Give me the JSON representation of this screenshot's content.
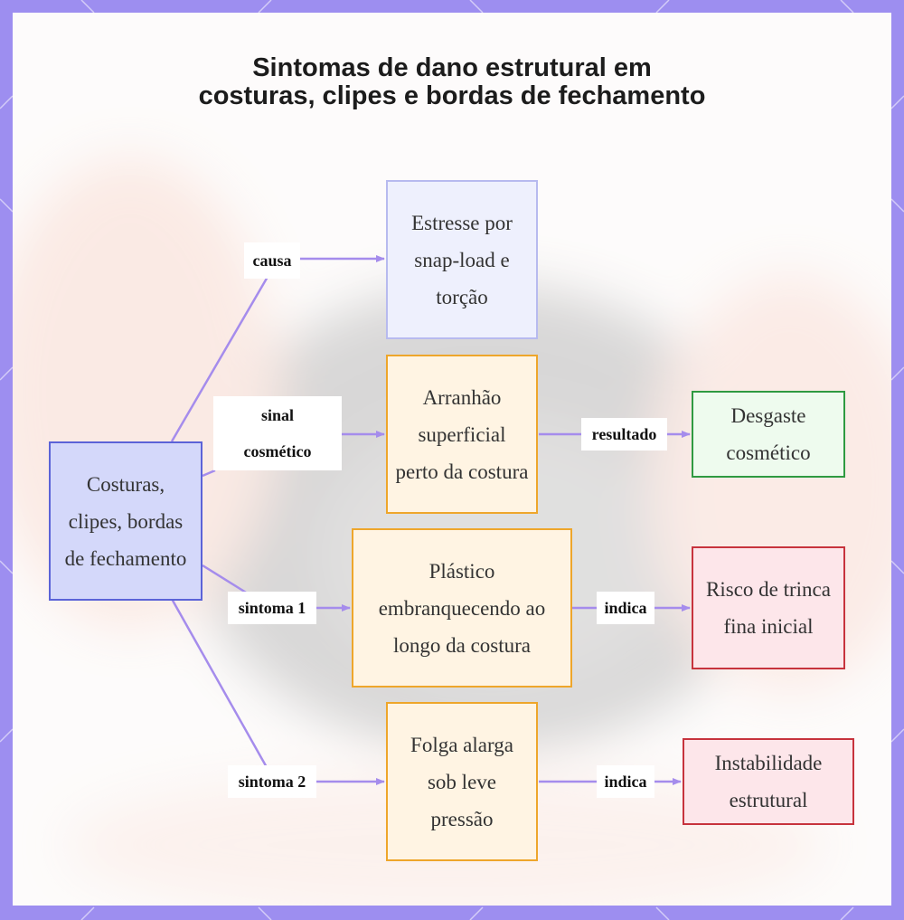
{
  "title": "Sintomas de dano estrutural em costuras, clipes e bordas de fechamento",
  "colors": {
    "frame": "#9d8ef0",
    "edge": "#a58cec",
    "root_fill": "#d4d8fa",
    "root_border": "#5b63d8",
    "cause_fill": "#eef0fd",
    "cause_border": "#b7baef",
    "symptom_fill": "#fff4e3",
    "symptom_border": "#eea62b",
    "result_fill": "#eefbee",
    "result_border": "#2f9a41",
    "risk_fill": "#fde6ea",
    "risk_border": "#c7333d"
  },
  "nodes": {
    "root": "Costuras, clipes, bordas de fechamento",
    "cause": "Estresse por snap-load e torção",
    "scratch": "Arranhão superficial perto da costura",
    "wear": "Desgaste cosmético",
    "whitening": "Plástico embranquecendo ao longo da costura",
    "crack": "Risco de trinca fina inicial",
    "gap": "Folga alarga sob leve pressão",
    "instability": "Instabilidade estrutural"
  },
  "edges": {
    "causa": "causa",
    "sinal": "sinal cosmético",
    "resultado": "resultado",
    "sintoma1": "sintoma 1",
    "indica1": "indica",
    "sintoma2": "sintoma 2",
    "indica2": "indica"
  }
}
